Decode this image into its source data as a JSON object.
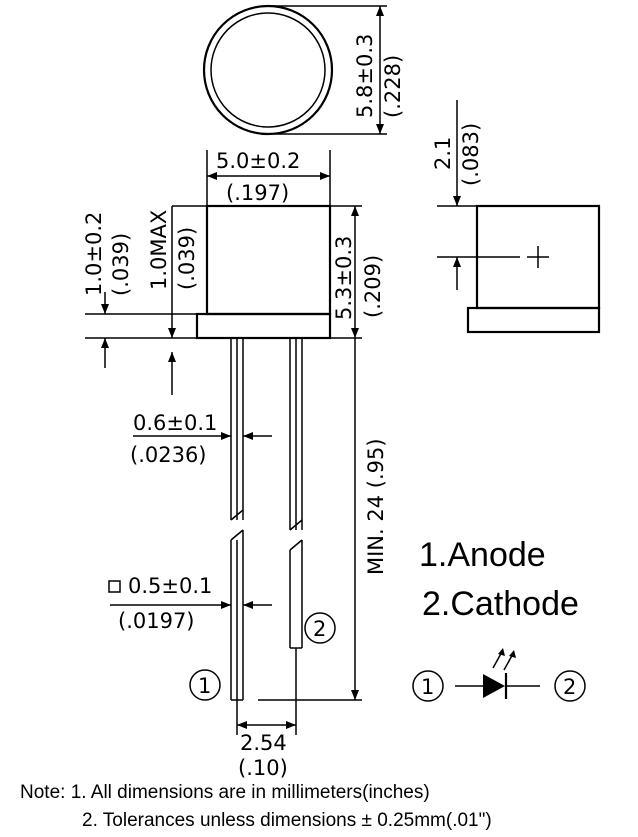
{
  "top_view": {
    "diameter_dim": "5.8±0.3",
    "diameter_dim_in": "(.228)"
  },
  "side_view": {
    "width_dim": "5.0±0.2",
    "width_dim_in": "(.197)",
    "flange_dim": "1.0±0.2",
    "flange_dim_in": "(.039)",
    "meniscus_dim": "1.0MAX",
    "meniscus_dim_in": "(.039)",
    "height_dim": "5.3±0.3",
    "height_dim_in": "(.209)",
    "lead_len_dim": "MIN. 24 (.95)",
    "lead_dia_dim": "0.6±0.1",
    "lead_dia_dim_in": "(.0236)",
    "lead_sq_dim": "0.5±0.1",
    "lead_sq_dim_in": "(.0197)",
    "pitch_dim": "2.54",
    "pitch_dim_in": "(.10)",
    "pin1_label": "1",
    "pin2_label": "2"
  },
  "end_view": {
    "offset_dim": "2.1",
    "offset_dim_in": "(.083)"
  },
  "pin_legend": {
    "anode": "1.Anode",
    "cathode": "2.Cathode"
  },
  "symbol": {
    "pin1_label": "1",
    "pin2_label": "2"
  },
  "notes": {
    "line1": "Note: 1. All dimensions are in millimeters(inches)",
    "line2": "2. Tolerances unless dimensions ± 0.25mm(.01\")"
  }
}
